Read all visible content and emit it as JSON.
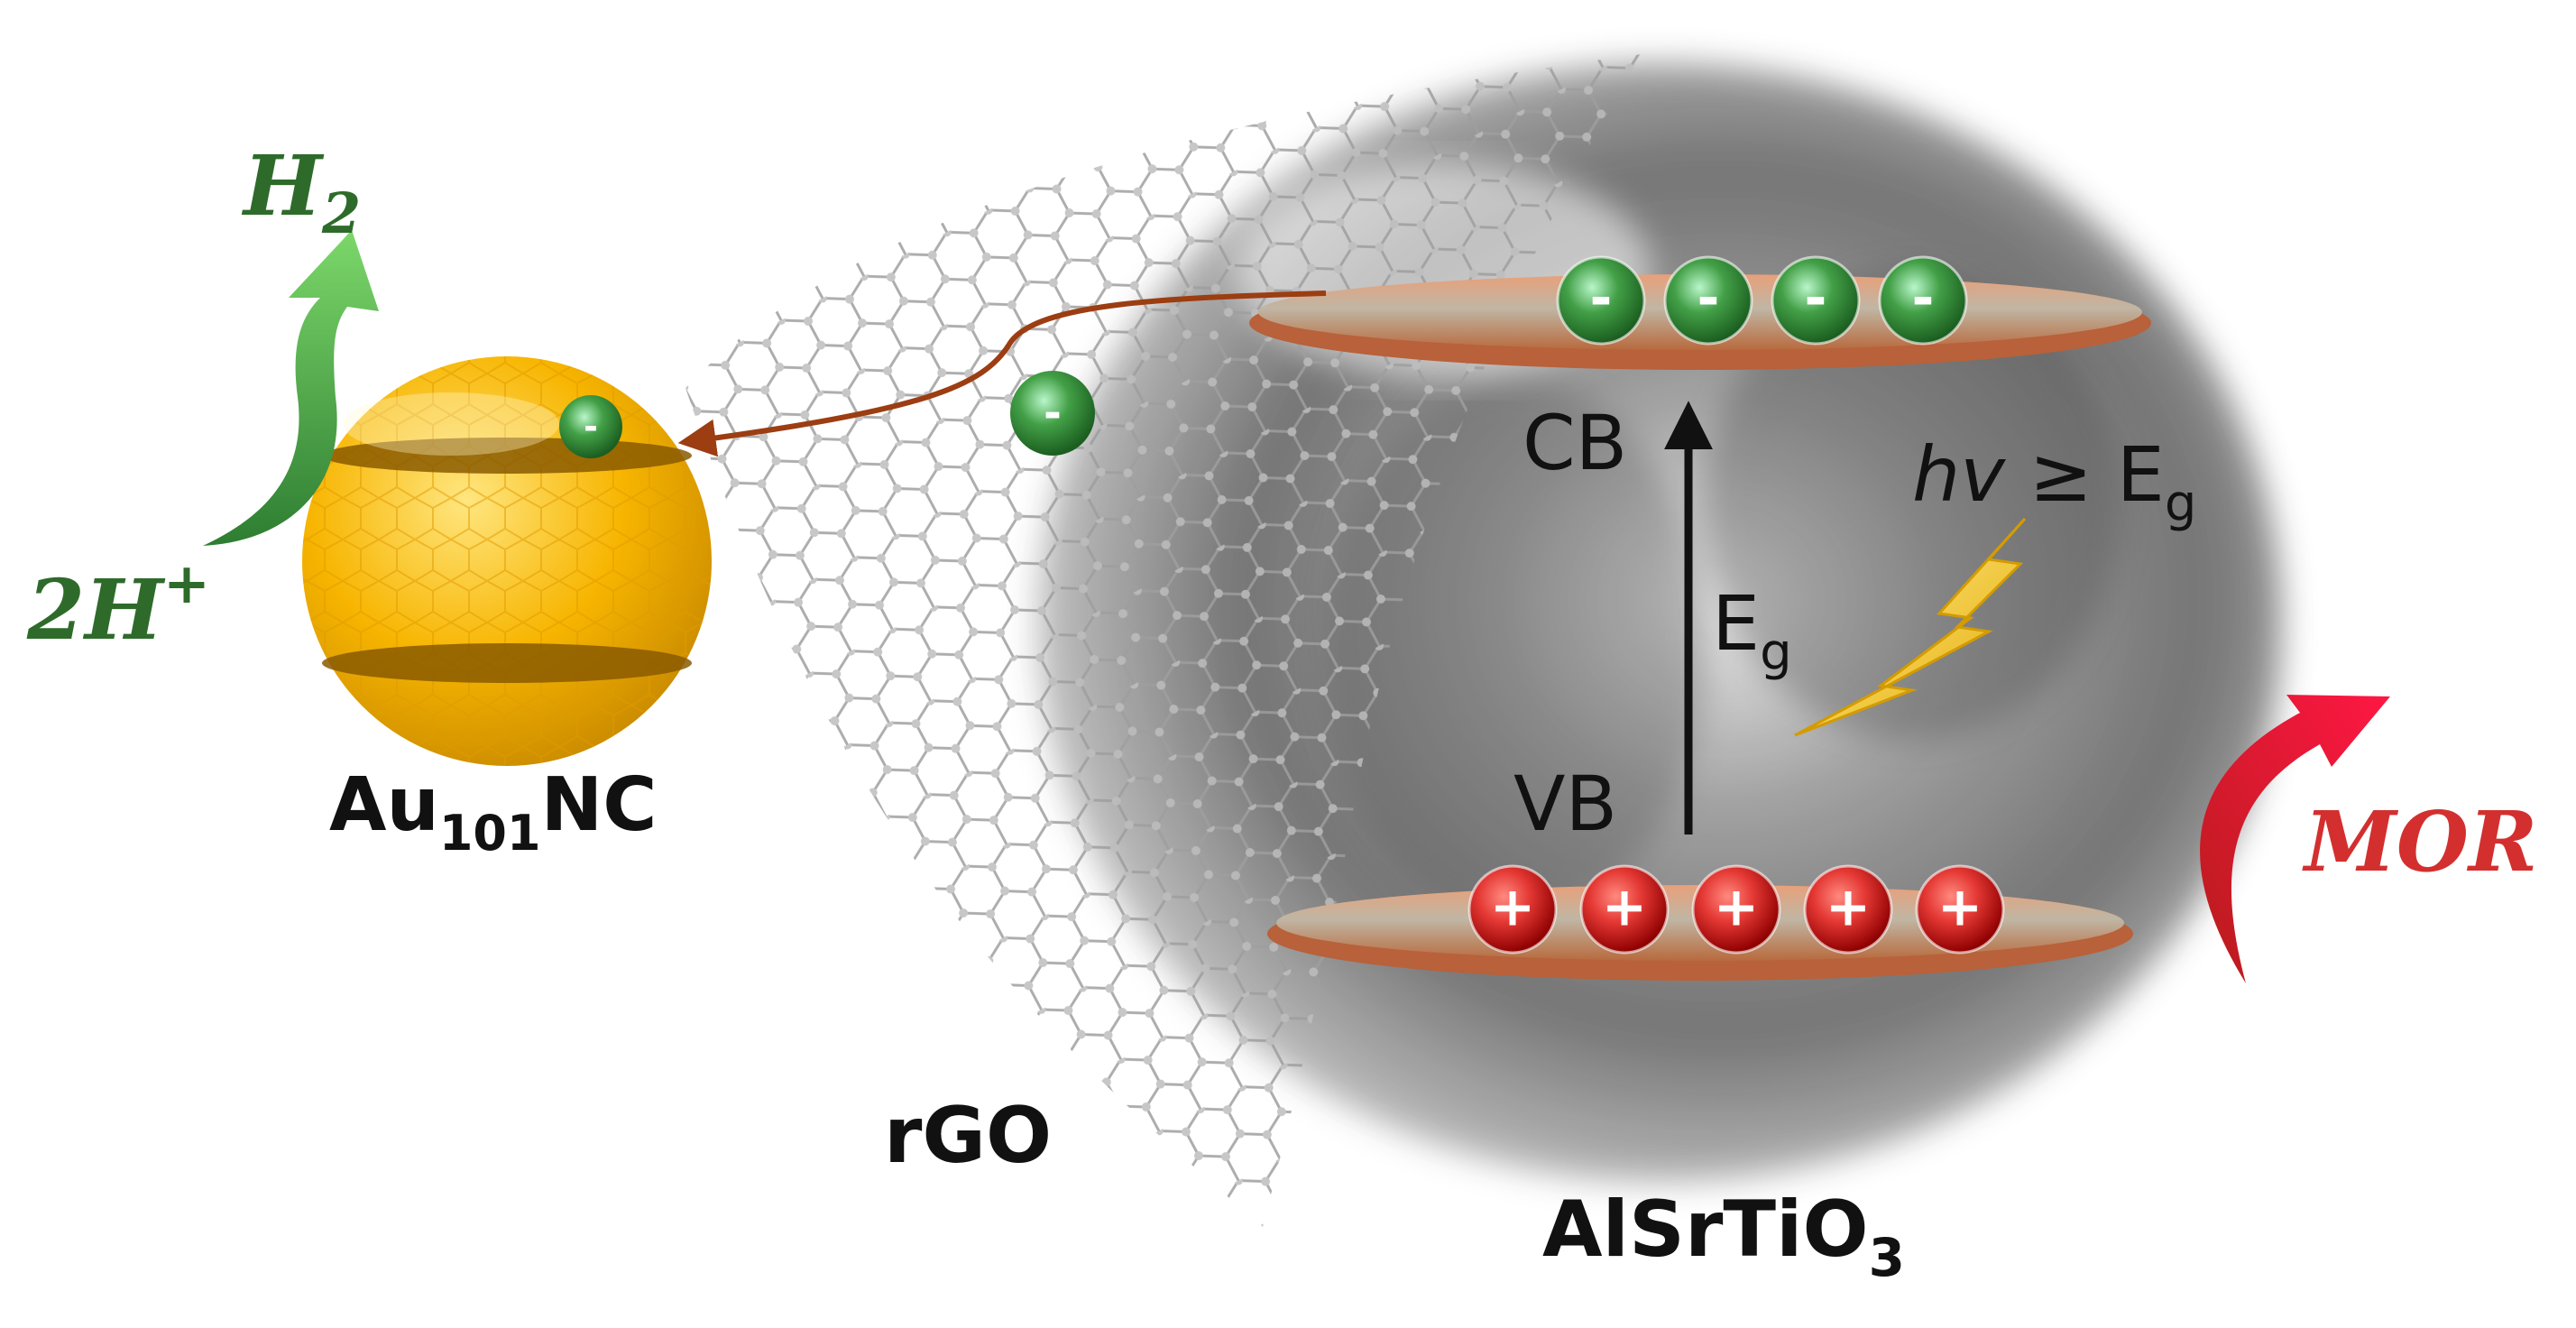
{
  "labels": {
    "h2": {
      "main": "H",
      "sub": "2"
    },
    "two_h_plus": {
      "main": "2H",
      "sup": "+"
    },
    "au_nc": {
      "main": "Au",
      "sub": "101",
      "tail": "NC"
    },
    "rgo": "rGO",
    "cb": "CB",
    "vb": "VB",
    "eg": {
      "main": "E",
      "sub": "g"
    },
    "photon": {
      "hv": "hv",
      "rel": " ≥ E",
      "sub": "g"
    },
    "alsrtio3": {
      "main": "AlSrTiO",
      "sub": "3"
    },
    "mor": "MOR"
  },
  "charges": {
    "electron_symbol": "-",
    "hole_symbol": "+",
    "cb_electrons": 4,
    "vb_holes": 5
  },
  "colors": {
    "h2_green": "#2e7d32",
    "mor_red": "#d32f2f",
    "electron_green": "#43a047",
    "hole_red": "#e53935",
    "band_orange": "#c87a4c",
    "gold": "#f7b500",
    "transfer_arrow": "#9c3d12"
  }
}
